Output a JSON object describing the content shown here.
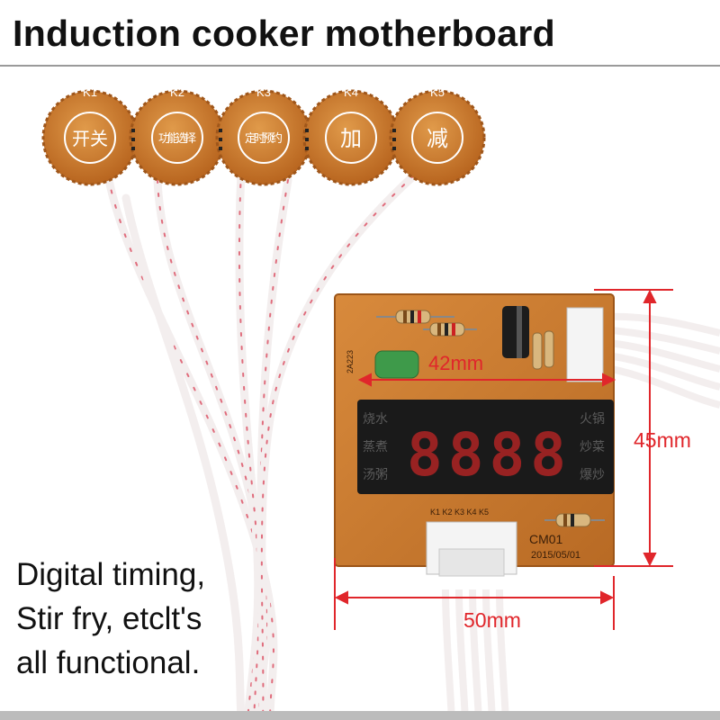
{
  "headline": "Induction cooker motherboard",
  "buttons": [
    {
      "id": "K1",
      "label": "开关"
    },
    {
      "id": "K2",
      "label": "功能选择"
    },
    {
      "id": "K3",
      "label": "定时预约"
    },
    {
      "id": "K4",
      "label": "加"
    },
    {
      "id": "K5",
      "label": "减"
    }
  ],
  "board": {
    "labels_left": [
      "烧水",
      "蒸煮",
      "汤粥"
    ],
    "labels_right": [
      "火锅",
      "炒菜",
      "爆炒"
    ],
    "display": "8888",
    "connector_pins": "K1 K2 K3 K4 K5",
    "model": "CM01",
    "date": "2015/05/01",
    "capacitor_mark": "2A223"
  },
  "dimensions": {
    "width_inner": "42mm",
    "height": "45mm",
    "width_outer": "50mm"
  },
  "caption": [
    "Digital timing,",
    "Stir fry, etclt's",
    "all functional."
  ],
  "colors": {
    "accent_red": "#e0262b",
    "board": "#c9752a",
    "button": "#c97a2c",
    "display_red": "#ff2a2a"
  }
}
